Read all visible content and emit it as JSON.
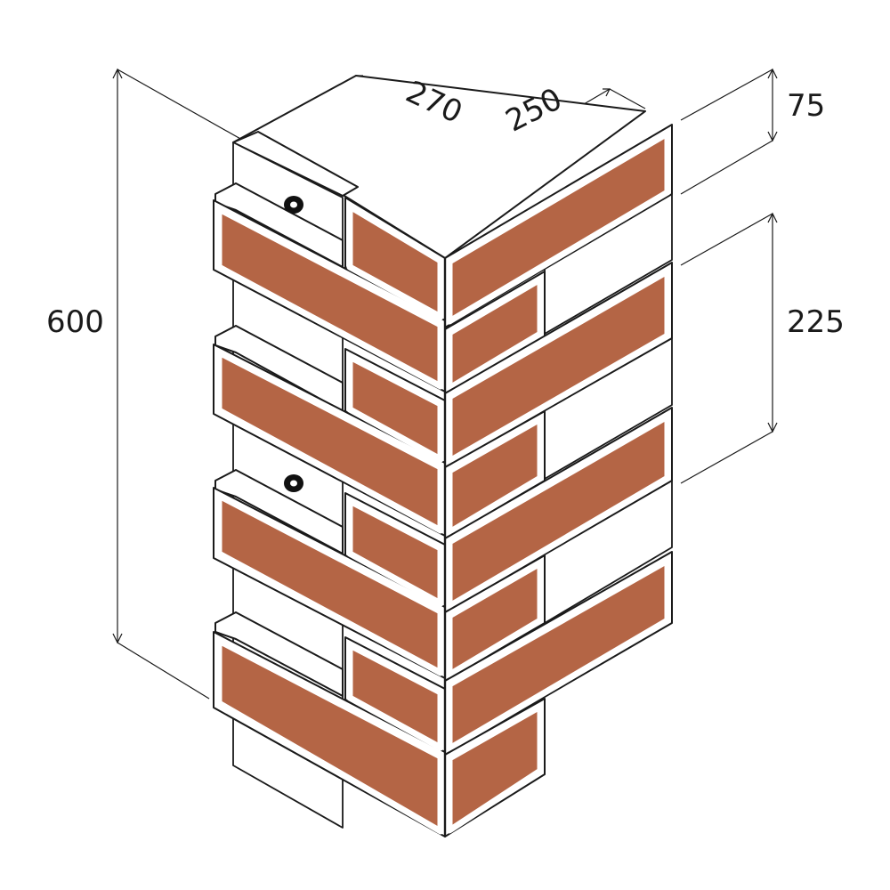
{
  "dimensions": {
    "height_total": "600",
    "corner_depth": "270",
    "corner_return": "250",
    "brick_height": "75",
    "course_spacing": "225"
  },
  "colors": {
    "brick": "#b46545",
    "line": "#1a1a1a",
    "background": "#ffffff"
  },
  "icons": [
    "mounting-hole-icon",
    "mounting-hole-icon"
  ]
}
